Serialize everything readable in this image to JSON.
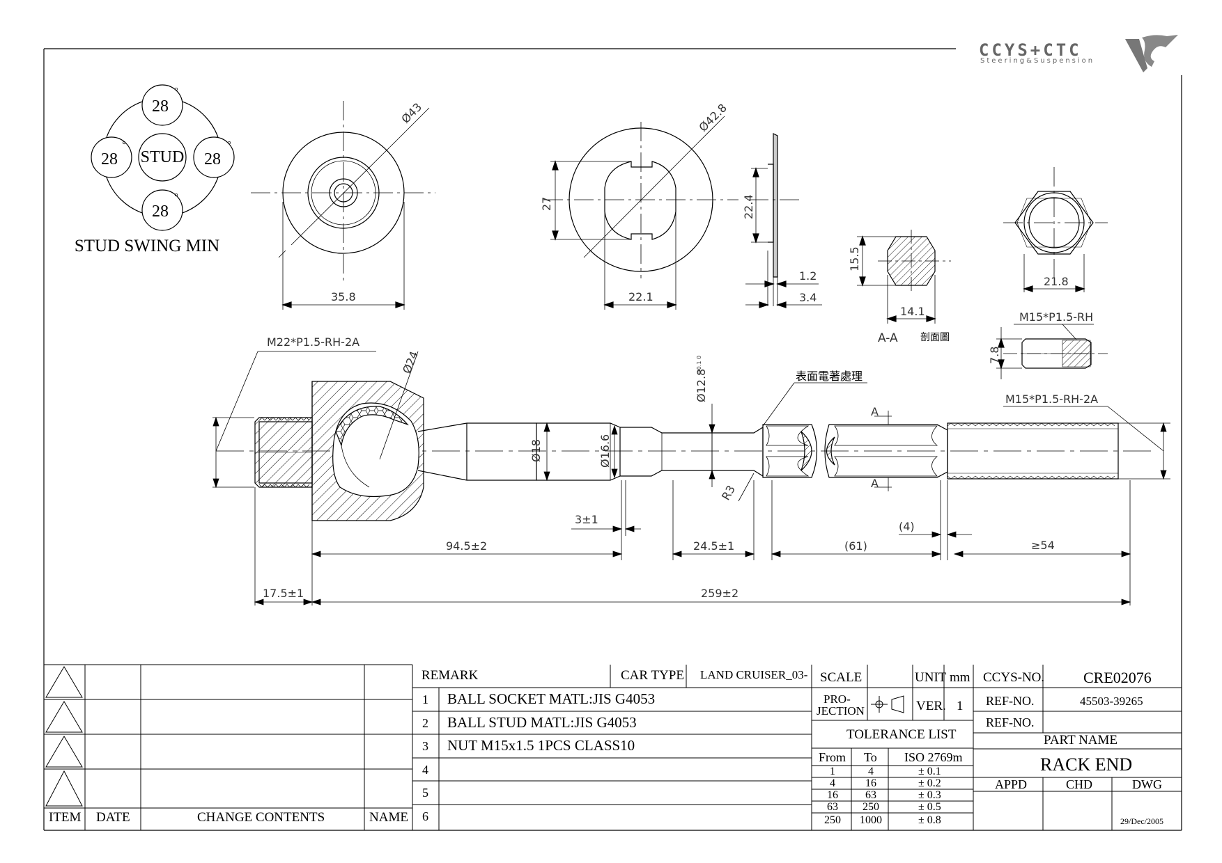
{
  "logo": {
    "main": "CCYS+CTC",
    "sub": "Steering&Suspension"
  },
  "stud_swing": {
    "center": "STUD",
    "angles": [
      "28",
      "28",
      "28",
      "28"
    ],
    "caption": "STUD SWING MIN"
  },
  "dims": {
    "d43": "Ø43",
    "d35_8": "35.8",
    "d42_8": "Ø42.8",
    "d27": "27",
    "d22_1": "22.1",
    "d22_4": "22.4",
    "d1_2": "1.2",
    "d3_4": "3.4",
    "d15_5": "15.5",
    "d14_1": "14.1",
    "section": "A-A",
    "section_cn": "剖面圖",
    "d21_8": "21.8",
    "nut_thread": "M15*P1.5-RH",
    "d7_8": "7.8",
    "thread_left": "M22*P1.5-RH-2A",
    "d24": "Ø24",
    "d12_8": "Ø12.8",
    "tol_12_8": "+0.1 0",
    "surface": "表面電著處理",
    "thread_right": "M15*P1.5-RH-2A",
    "d18": "Ø18",
    "d16_6": "Ø16.6",
    "r3": "R3",
    "a_mark": "A",
    "d3pm1": "3±1",
    "d94_5": "94.5±2",
    "d24_5": "24.5±1",
    "d61": "(61)",
    "d4": "(4)",
    "d54": "≥54",
    "d17_5": "17.5±1",
    "d259": "259±2"
  },
  "revision": {
    "headers": [
      "ITEM",
      "DATE",
      "CHANGE CONTENTS",
      "NAME"
    ]
  },
  "remarks": {
    "header": "REMARK",
    "car_type_label": "CAR TYPE",
    "car_type": "LAND CRUISER_03-",
    "items": [
      {
        "no": "1",
        "text": "BALL SOCKET MATL:JIS G4053"
      },
      {
        "no": "2",
        "text": "BALL STUD MATL:JIS G4053"
      },
      {
        "no": "3",
        "text": "NUT M15x1.5 1PCS CLASS10"
      },
      {
        "no": "4",
        "text": ""
      },
      {
        "no": "5",
        "text": ""
      },
      {
        "no": "6",
        "text": ""
      }
    ]
  },
  "scale_block": {
    "scale": "SCALE",
    "unit_label": "UNIT",
    "unit": "mm",
    "projection": "PRO-\nJECTION",
    "projection_l1": "PRO-",
    "projection_l2": "JECTION",
    "ver_label": "VER.",
    "ver": "1",
    "tolerance_title": "TOLERANCE LIST",
    "tol_headers": [
      "From",
      "To",
      "ISO 2769m"
    ],
    "tol_rows": [
      [
        "1",
        "4",
        "± 0.1"
      ],
      [
        "4",
        "16",
        "± 0.2"
      ],
      [
        "16",
        "63",
        "± 0.3"
      ],
      [
        "63",
        "250",
        "± 0.5"
      ],
      [
        "250",
        "1000",
        "± 0.8"
      ]
    ]
  },
  "id_block": {
    "ccys_label": "CCYS-NO.",
    "ccys_no": "CRE02076",
    "ref_label_1": "REF-NO.",
    "ref_no_1": "45503-39265",
    "ref_label_2": "REF-NO.",
    "ref_no_2": "",
    "part_name_label": "PART NAME",
    "part_name": "RACK END",
    "appd": "APPD",
    "chd": "CHD",
    "dwg": "DWG",
    "date": "29/Dec/2005"
  }
}
